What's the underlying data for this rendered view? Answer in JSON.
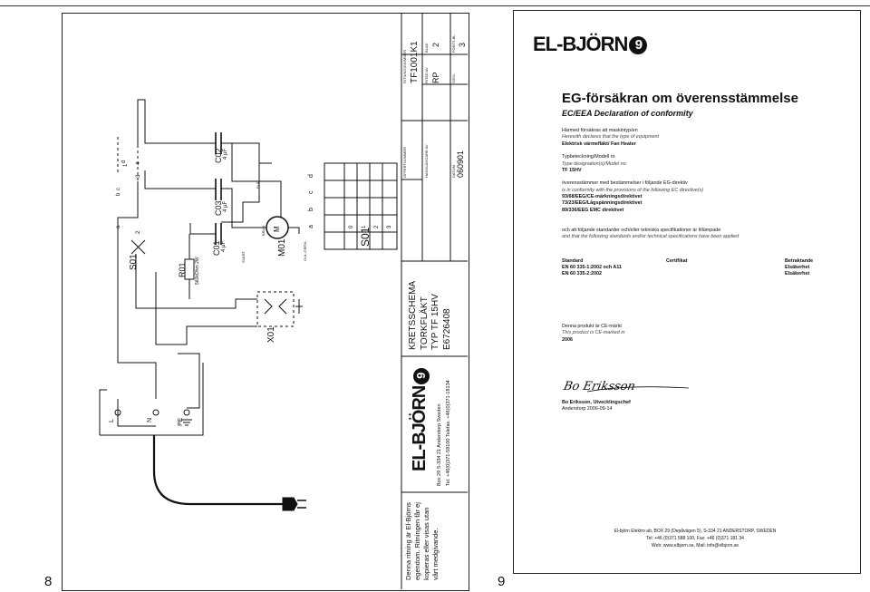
{
  "page_numbers": {
    "left": "8",
    "right": "9"
  },
  "schematic": {
    "components": {
      "c02": "C02",
      "c02_val": "4 μF",
      "c03": "C03",
      "c03_val": "4 μF",
      "c01": "C01",
      "c01_val": "4 μF",
      "r01": "R01",
      "r01_val": "560kOhm 2W",
      "m01": "M01",
      "motor_label": "M",
      "s01": "S01",
      "x01": "X01",
      "pins": [
        "1",
        "2",
        "3",
        "4"
      ],
      "pin_letters": [
        "a",
        "b",
        "c",
        "d"
      ],
      "wire_brown": "BRUN",
      "wire_black": "SVART",
      "wire_blue": "BLÅ",
      "wire_yellow": "GUL-GRÖN",
      "terminals": {
        "l": "L",
        "n": "N",
        "pe": "PE"
      }
    },
    "switch_table": {
      "rows": [
        "a",
        "b",
        "c",
        "d"
      ],
      "cols": [
        "0",
        "1",
        "2",
        "3"
      ],
      "label": "S01"
    },
    "title_block": {
      "notice": [
        "Denna ritning är El-Björns",
        "egendom. Ritningen får ej",
        "kopieras eller visas utan",
        "vårt medgivande."
      ],
      "address": [
        "Box 29   S-334 21  Anderstorp   Sweden",
        "Tel. +46(0)371-58100   Telefax. +46(0)371-18134"
      ],
      "logo": "EL-BJÖRN",
      "logo_mark": "9",
      "schema": [
        "KRETSSCHEMA",
        "TORKFLÄKT",
        "TYP   TF 15HV",
        "E6726408"
      ],
      "fields": {
        "offert_label": "OFFERTNUMMER",
        "handlaggare_label": "HANDLÄGGARE AV",
        "datum_label": "DATUM",
        "datum_value": "060901",
        "ritning_label": "RITNINGSNUMMER",
        "ritning_value": "TF1001K1",
        "ritad_label": "RITAD AV",
        "ritad_value": "RP",
        "sign_label": "SIGN.",
        "blad_label": "BLAD",
        "blad_value": "2",
        "fortsbl_label": "FORTS.BL",
        "fortsbl_value": "3"
      }
    }
  },
  "declaration": {
    "logo": "EL-BJÖRN",
    "logo_mark": "9",
    "title": "EG-försäkran om överensstämmelse",
    "subtitle": "EC/EEA Declaration of conformity",
    "lines": [
      {
        "text": "Härmed försäkras att maskintyp/en",
        "style": "n"
      },
      {
        "text": "Herewith declares that the type of equipment",
        "style": "i"
      },
      {
        "text": "Elektrisk värmefläkt/ Fan Heater",
        "style": "b"
      },
      {
        "text": "",
        "style": "n"
      },
      {
        "text": "Typbeteckning/Modell nr.",
        "style": "n"
      },
      {
        "text": "Type designation(s)/Model no.",
        "style": "i"
      },
      {
        "text": "TF 15HV",
        "style": "b"
      },
      {
        "text": "",
        "style": "n"
      },
      {
        "text": "överensstämmer med bestämmelser i följande EG-direktiv",
        "style": "n"
      },
      {
        "text": "is in conformity with the provisions of the following EC directive(s)",
        "style": "i"
      },
      {
        "text": "93/68/EEG/CE-märkningsdirektivet",
        "style": "b"
      },
      {
        "text": "73/23/EEG/Lågspänningsdirektivet",
        "style": "b"
      },
      {
        "text": "89/336/EEG EMC direktivet",
        "style": "b"
      },
      {
        "text": "",
        "style": "n"
      },
      {
        "text": "",
        "style": "n"
      },
      {
        "text": "och att följande standarder och/eller tekniska specifikationer är tillämpade",
        "style": "n"
      },
      {
        "text": "and that the following standards and/or technical specifications have been applied",
        "style": "i"
      }
    ],
    "standards_table": {
      "headers": [
        "Standard",
        "Certifikat",
        "Betraktande"
      ],
      "rows": [
        [
          "EN 60 335-1:2002 och A11",
          "",
          "Elsäkerhet"
        ],
        [
          "EN 60 335-2:2002",
          "",
          "Elsäkerhet"
        ]
      ]
    },
    "ce_lines": [
      {
        "text": "Denna produkt är CE-märkt",
        "style": "n"
      },
      {
        "text": "This product is CE-marked in",
        "style": "i"
      },
      {
        "text": "2006",
        "style": "b"
      }
    ],
    "signature_text": "Bo Eriksson",
    "signer_name": "Bo Eriksson, Utvecklingschef",
    "signer_place": "Anderstorp 2006-09-14",
    "footer": [
      "El-björn Elektro ab, BOX 29 (Depåvägen 5), S-334 21  ANDERSTORP, SWEDEN",
      "Tel: +46 (0)371 588 100, Fax: +46 (0)371 181 34",
      "Web: www.elbjorn.se, Mail: info@elbjorn.se"
    ]
  }
}
